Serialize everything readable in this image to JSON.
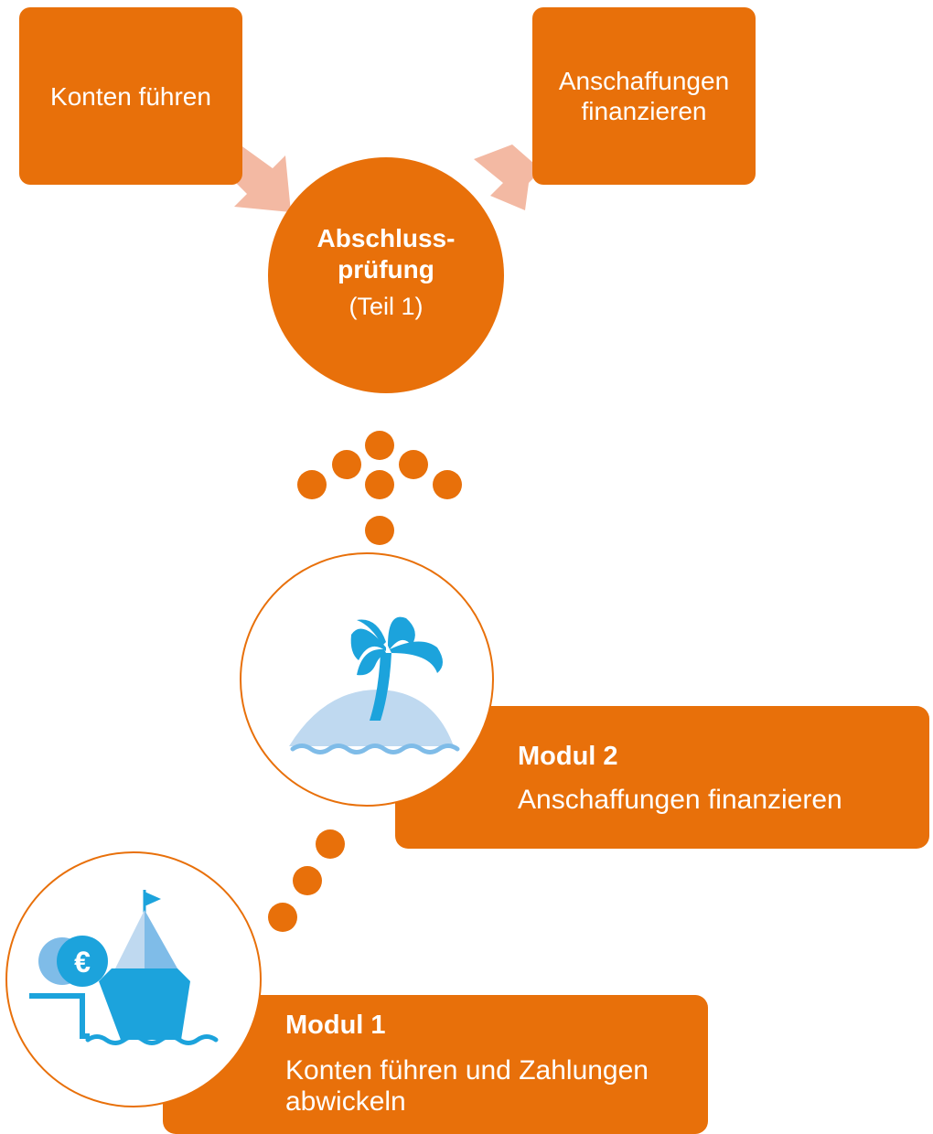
{
  "top_left_box": {
    "label": "Konten führen"
  },
  "top_right_box": {
    "label": "Anschaffungen finanzieren"
  },
  "center": {
    "title": "Abschluss-prüfung",
    "subtitle": "(Teil 1)"
  },
  "modul2": {
    "title": "Modul 2",
    "description": "Anschaffungen finanzieren",
    "icon": "palm-island-icon"
  },
  "modul1": {
    "title": "Modul 1",
    "description": "Konten führen und Zahlungen abwickeln",
    "icon": "ship-euro-icon"
  },
  "colors": {
    "orange": "#E8700A",
    "arrow": "#F3B9A3",
    "blue": "#1CA3DC",
    "light_blue": "#BFD9F0",
    "mid_blue": "#7FBCE8"
  }
}
